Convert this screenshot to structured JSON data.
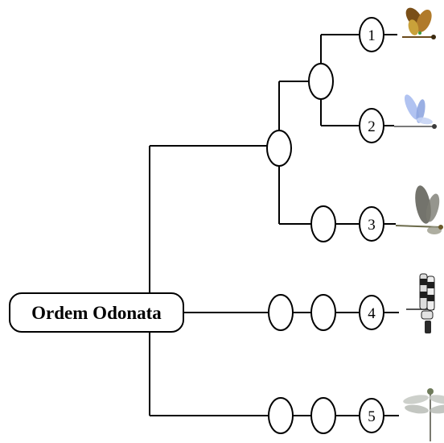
{
  "root": {
    "label": "Ordem Odonata"
  },
  "taxa": [
    {
      "label": "1",
      "icon": "dragonfly-brown-icon"
    },
    {
      "label": "2",
      "icon": "damselfly-blue-icon"
    },
    {
      "label": "3",
      "icon": "dragonfly-grey-icon"
    },
    {
      "label": "4",
      "icon": "dragonfly-banded-icon"
    },
    {
      "label": "5",
      "icon": "dragonfly-pale-icon"
    }
  ],
  "colors": {
    "line": "#000000",
    "background": "#ffffff",
    "insect_brown": "#8b5a1e",
    "insect_blue": "#8fa6e0",
    "insect_grey": "#6e6e62",
    "insect_dark": "#2a2a2a",
    "insect_pale": "#b8bcb6"
  }
}
